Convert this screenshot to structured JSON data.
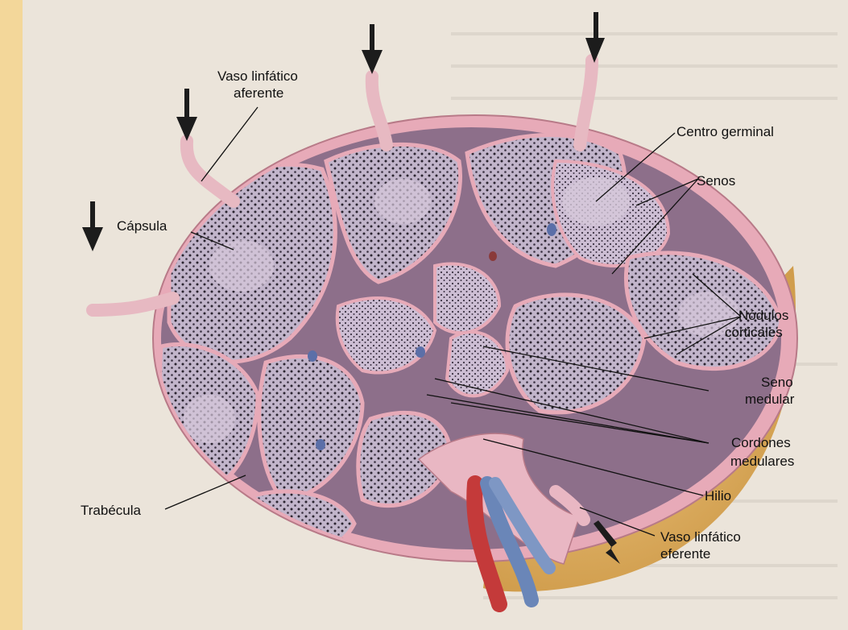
{
  "figure": {
    "colors": {
      "page_background": "#e9e2d8",
      "left_margin": "#f3d79a",
      "capsule_fill": "#d7b9c4",
      "cortex_lobules": "#bfb2c9",
      "sinus_pink": "#e7aab8",
      "medulla_side": "#d9b06a",
      "artery": "#c43a3a",
      "vein": "#6a86b8",
      "dots": "#2a2430",
      "arrows": "#1c1c1c"
    },
    "arrows_icon": "downward-arrow-icon"
  },
  "labels": {
    "afferent": [
      "Vaso linfático",
      "aferente"
    ],
    "capsule": "Cápsula",
    "germinal_center": "Centro germinal",
    "sinuses": "Senos",
    "cortical_nodules": [
      "Nódulos",
      "corticales"
    ],
    "medullary_sinus": [
      "Seno",
      "medular"
    ],
    "medullary_cords": [
      "Cordones",
      "medulares"
    ],
    "hilum": "Hilio",
    "efferent": [
      "Vaso linfático",
      "eferente"
    ],
    "trabecula": "Trabécula"
  }
}
